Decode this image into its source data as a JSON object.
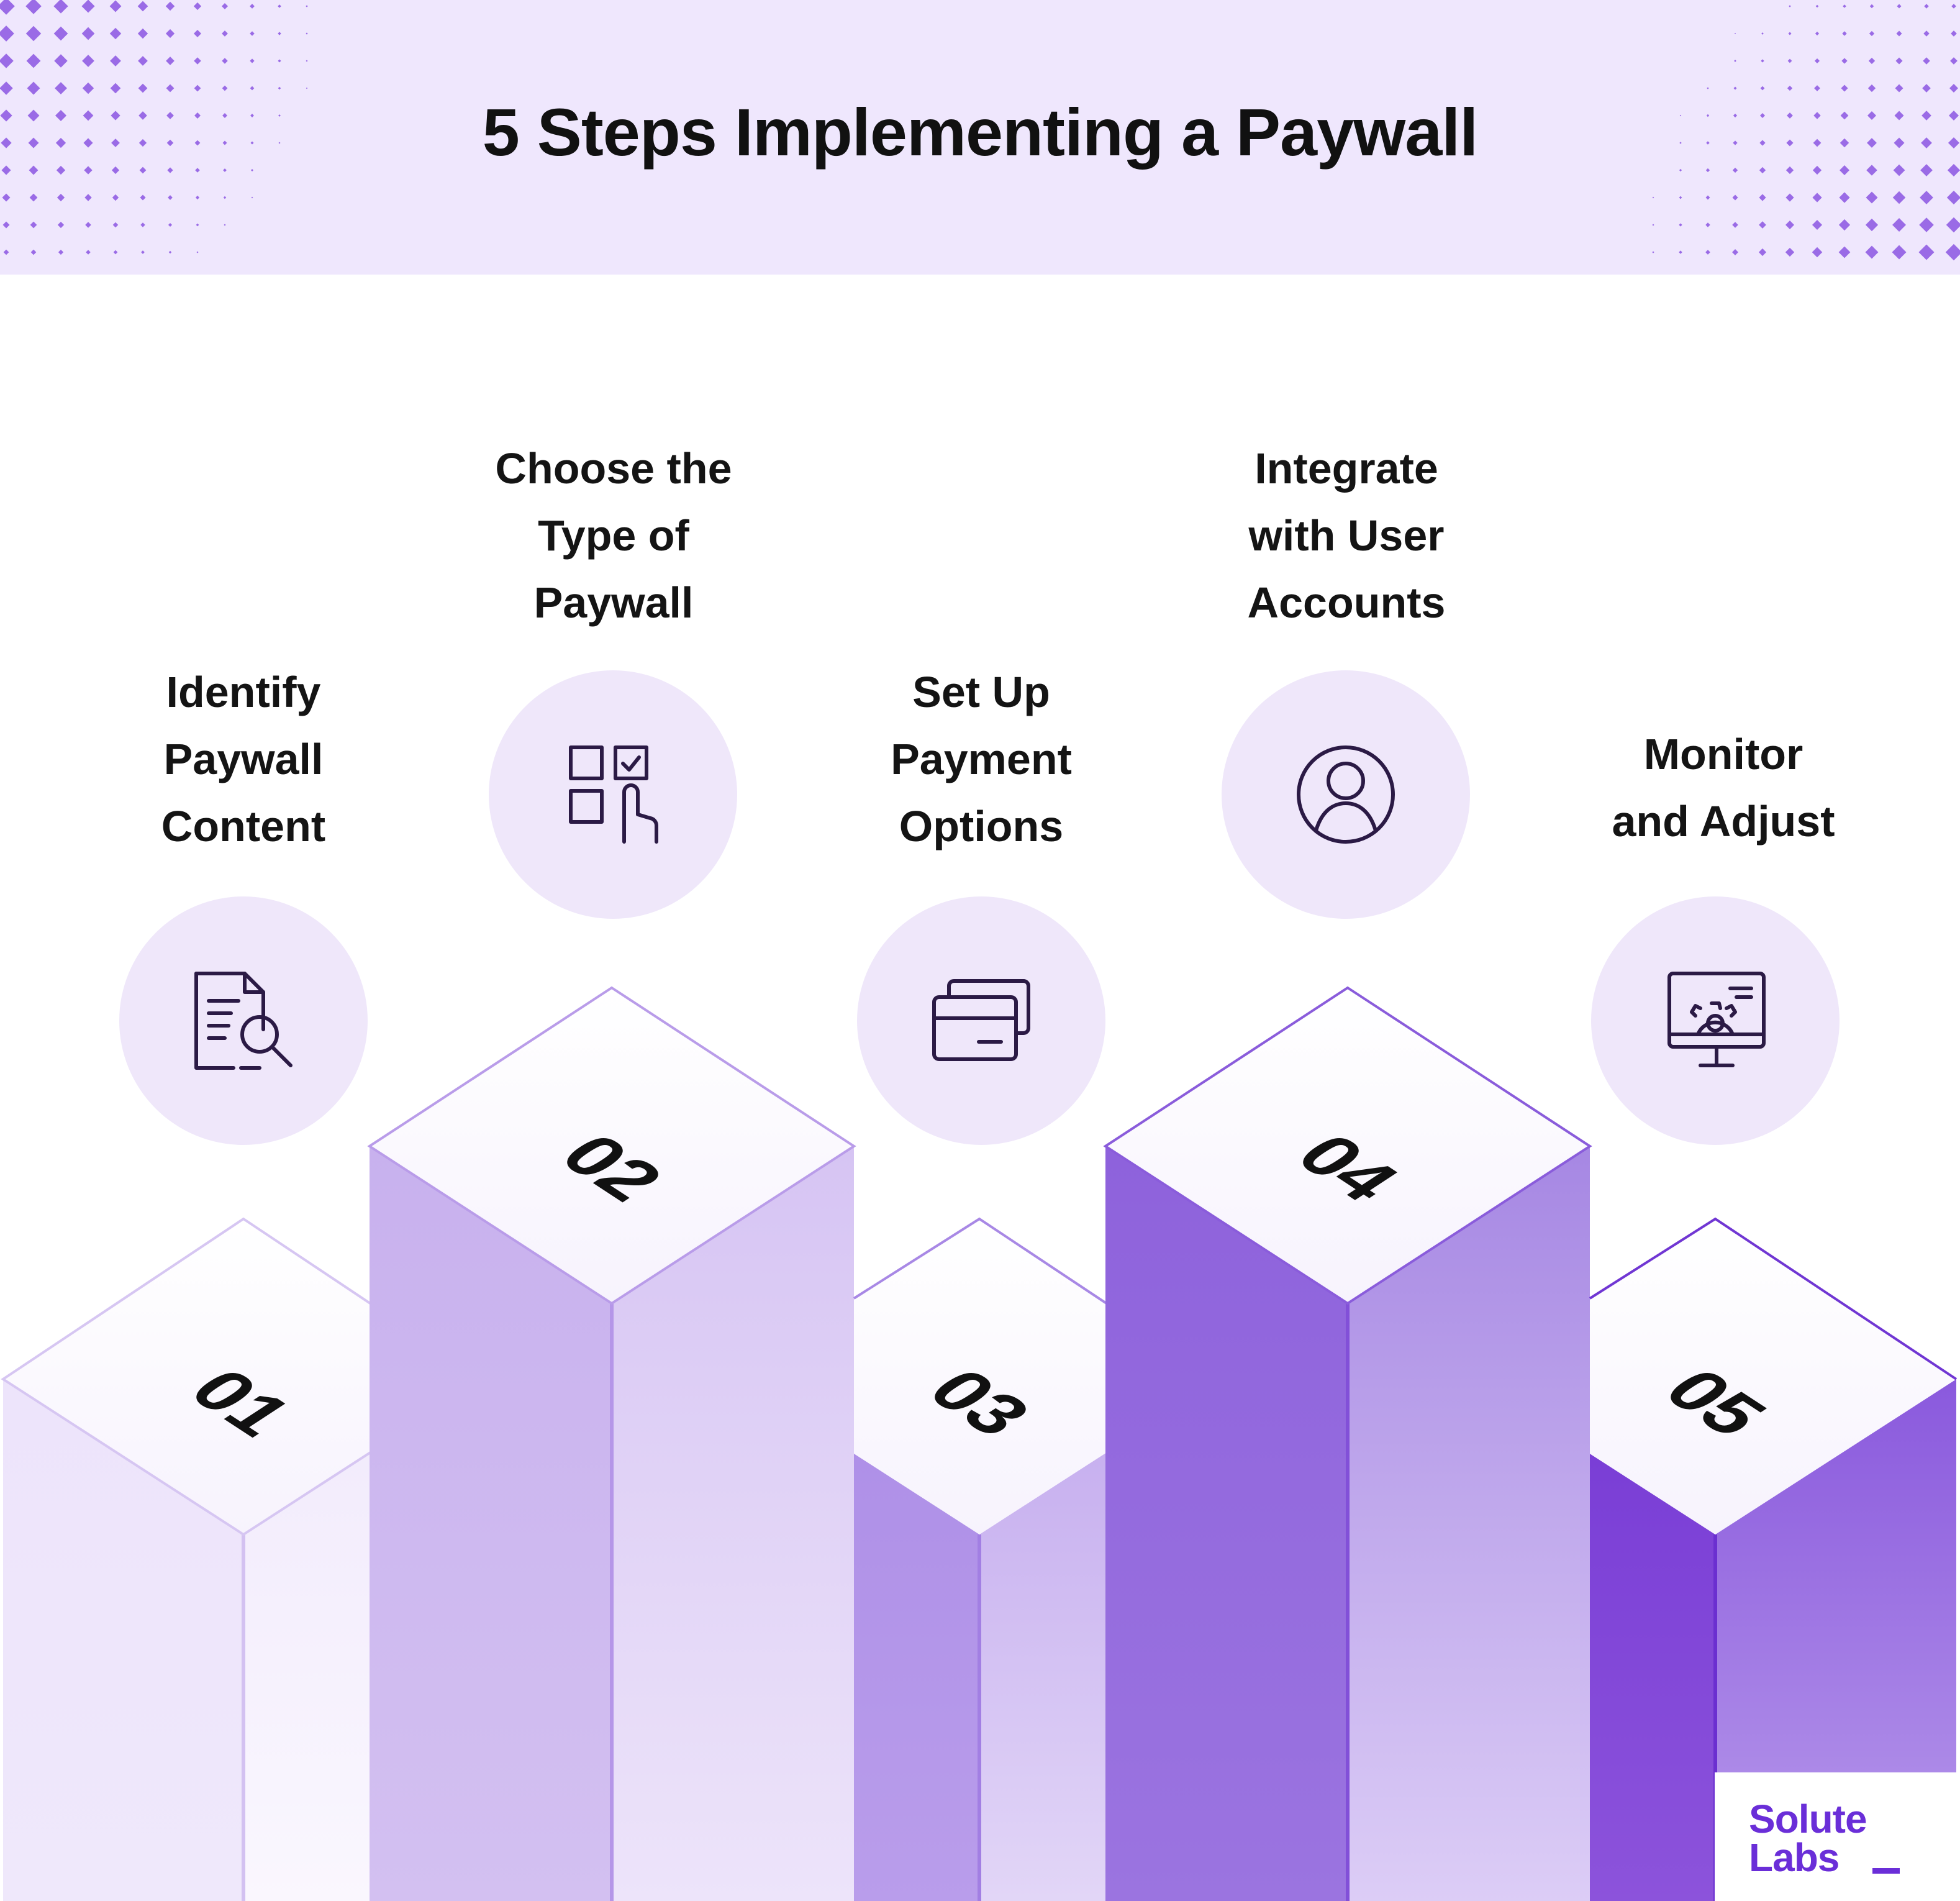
{
  "title": "5 Steps Implementing a Paywall",
  "steps": [
    {
      "number": "01",
      "label_lines": [
        "Identify",
        "Paywall",
        "Content"
      ],
      "icon": "document-search-icon"
    },
    {
      "number": "02",
      "label_lines": [
        "Choose the",
        "Type of",
        "Paywall"
      ],
      "icon": "select-options-icon"
    },
    {
      "number": "03",
      "label_lines": [
        "Set Up",
        "Payment",
        "Options"
      ],
      "icon": "credit-cards-icon"
    },
    {
      "number": "04",
      "label_lines": [
        "Integrate",
        "with User",
        "Accounts"
      ],
      "icon": "user-account-icon"
    },
    {
      "number": "05",
      "label_lines": [
        "Monitor",
        "and Adjust"
      ],
      "icon": "monitor-settings-icon"
    }
  ],
  "logo": {
    "line1": "Solute",
    "line2": "Labs"
  },
  "colors": {
    "header_bg": "#efe7fd",
    "accent": "#6a2ed8",
    "icon_circle": "#efe7fa",
    "icon_stroke": "#2b1a45"
  }
}
